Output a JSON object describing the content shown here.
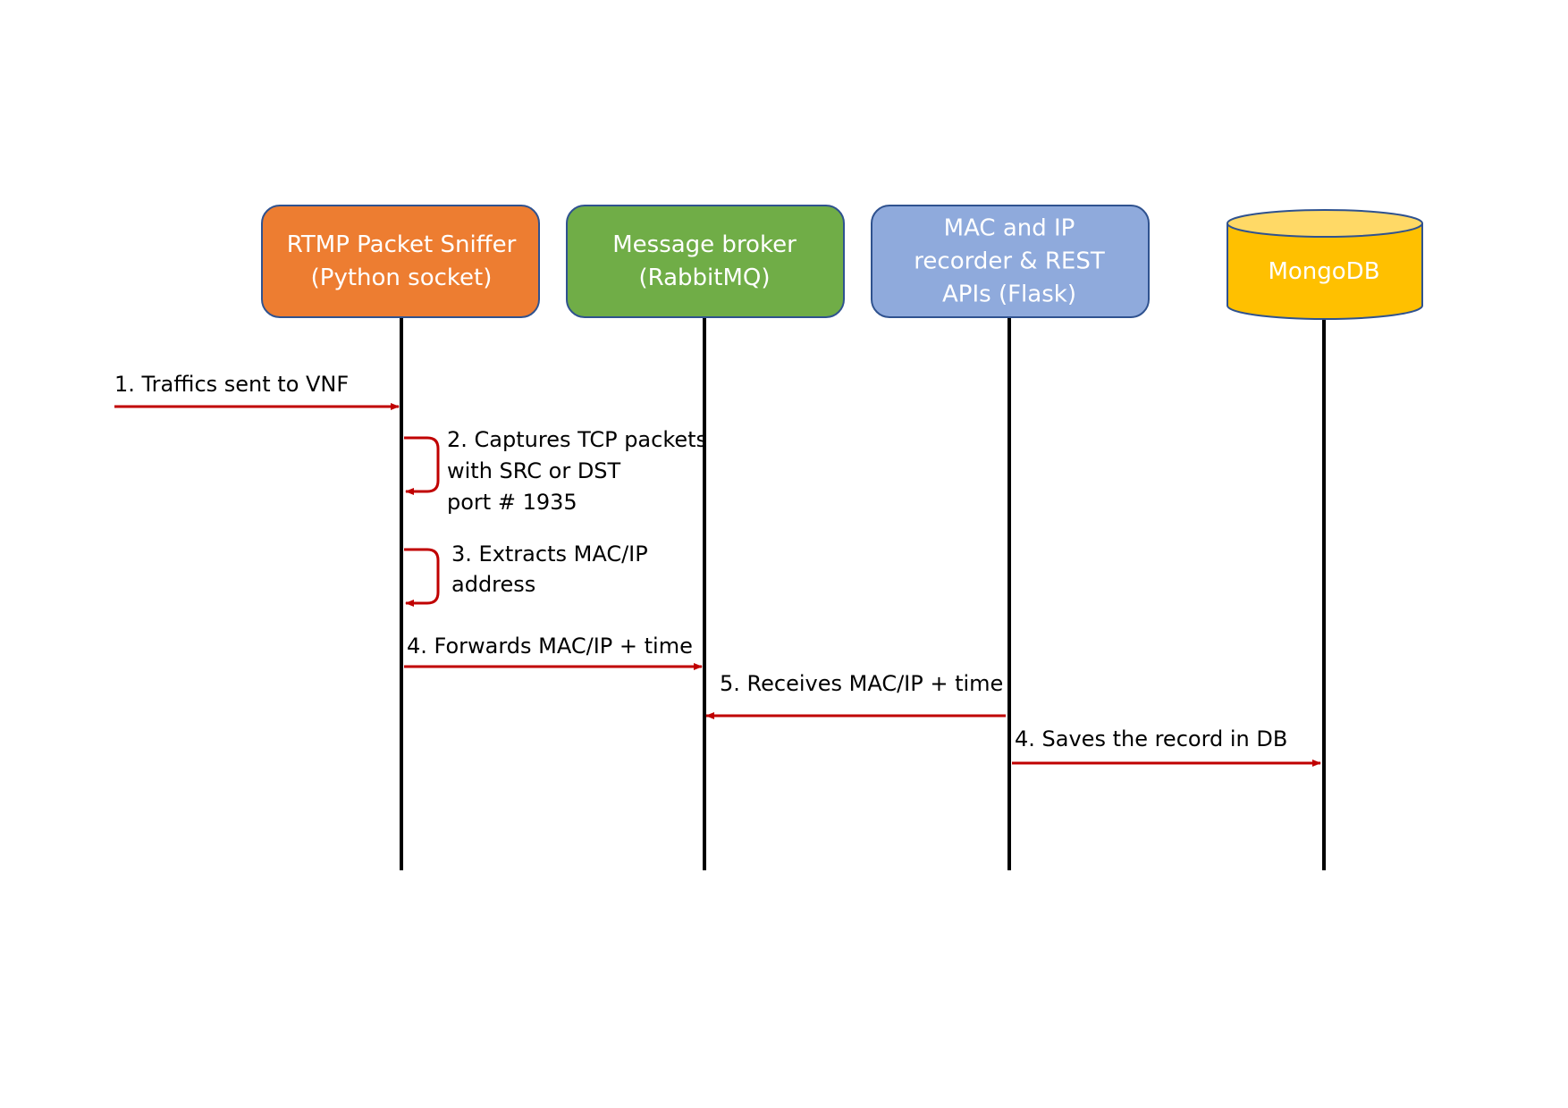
{
  "participants": [
    {
      "id": "sniffer",
      "shape": "rounded-box",
      "lines": [
        "RTMP Packet Sniffer",
        "(Python socket)"
      ],
      "fill": "#ED7D31",
      "stroke": "#2F528F"
    },
    {
      "id": "broker",
      "shape": "rounded-box",
      "lines": [
        "Message broker",
        "(RabbitMQ)"
      ],
      "fill": "#70AD47",
      "stroke": "#2F528F"
    },
    {
      "id": "recorder",
      "shape": "rounded-box",
      "lines": [
        "MAC and IP",
        "recorder & REST",
        "APIs (Flask)"
      ],
      "fill": "#8FAADC",
      "stroke": "#2F528F"
    },
    {
      "id": "mongodb",
      "shape": "cylinder",
      "lines": [
        "MongoDB"
      ],
      "fill": "#FFC000",
      "top_fill": "#FFD966",
      "stroke": "#2F528F"
    }
  ],
  "messages": [
    {
      "from": "external",
      "to": "sniffer",
      "kind": "arrow",
      "lines": [
        "1. Traffics sent to VNF"
      ]
    },
    {
      "from": "sniffer",
      "to": "sniffer",
      "kind": "self",
      "lines": [
        "2. Captures TCP packets",
        "with SRC or DST",
        "port # 1935"
      ]
    },
    {
      "from": "sniffer",
      "to": "sniffer",
      "kind": "self",
      "lines": [
        "3. Extracts MAC/IP",
        "address"
      ]
    },
    {
      "from": "sniffer",
      "to": "broker",
      "kind": "arrow",
      "lines": [
        "4. Forwards MAC/IP + time"
      ]
    },
    {
      "from": "recorder",
      "to": "broker",
      "kind": "arrow",
      "lines": [
        "5. Receives MAC/IP + time"
      ]
    },
    {
      "from": "recorder",
      "to": "mongodb",
      "kind": "arrow",
      "lines": [
        "4. Saves the record in DB"
      ]
    }
  ],
  "colors": {
    "arrow": "#C00000",
    "lifeline": "#000000",
    "box_text": "#FFFFFF",
    "label_text": "#000000"
  }
}
